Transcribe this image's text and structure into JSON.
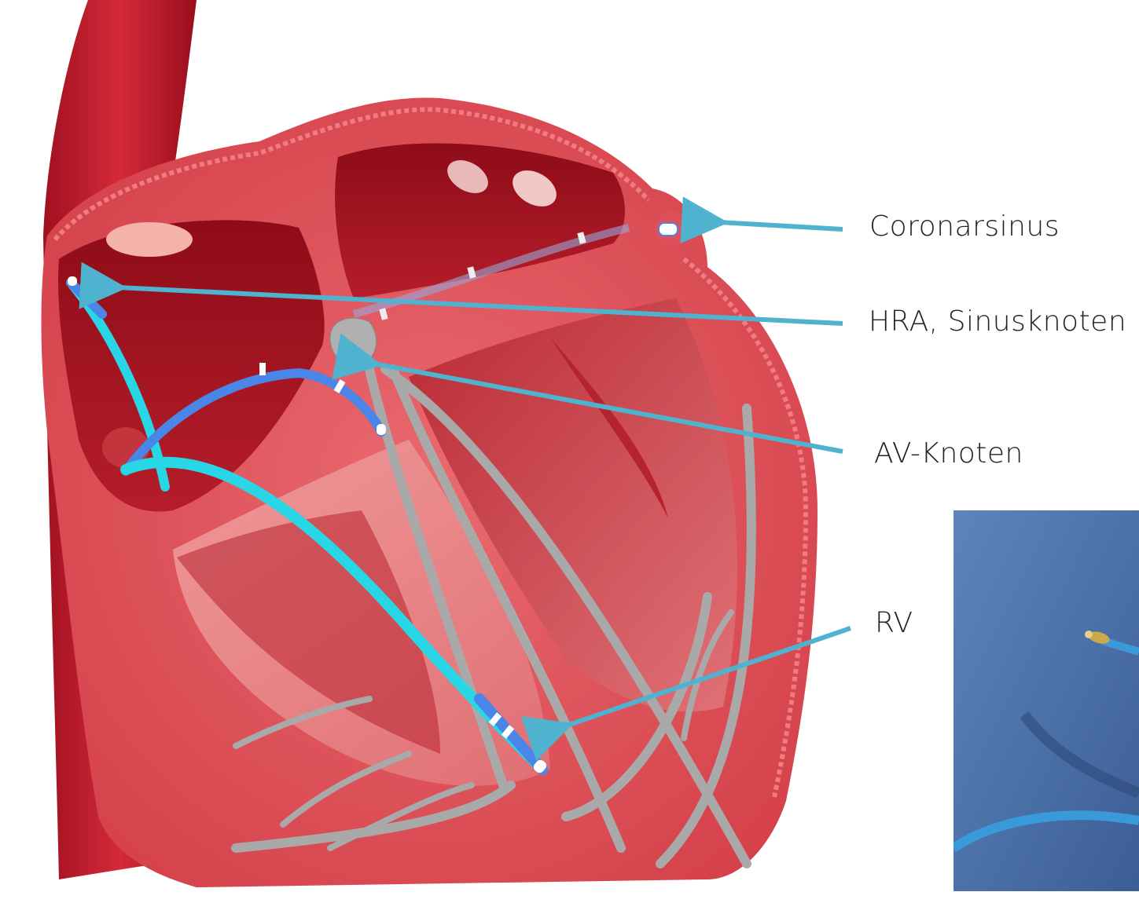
{
  "labels": {
    "coronary_sinus": "Coronarsinus",
    "hra": "HRA, Sinusknoten",
    "av_node": "AV-Knoten",
    "rv": "RV"
  },
  "colors": {
    "arrow": "#4fb3cf",
    "catheter": "#29d6e6",
    "catheter_blue": "#4a86e8",
    "myocardium": "#d9474f",
    "conduction": "#a9a9a9",
    "photo_bg": "#4a6fa5"
  }
}
